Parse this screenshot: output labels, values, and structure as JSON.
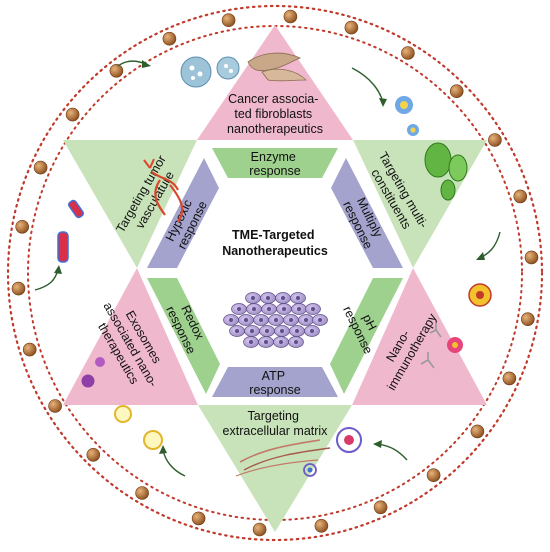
{
  "center": {
    "line1": "TME-Targeted",
    "line2": "Nanotherapeutics"
  },
  "responses": {
    "top": [
      "Enzyme",
      "response"
    ],
    "upper_right": [
      "Multiply",
      "response"
    ],
    "lower_right": [
      "pH",
      "response"
    ],
    "bottom": [
      "ATP",
      "response"
    ],
    "lower_left": [
      "Redox",
      "response"
    ],
    "upper_left": [
      "Hypoxic",
      "response"
    ]
  },
  "triangles": {
    "top": [
      "Cancer associa-",
      "ted fibroblasts",
      "nanotherapeutics"
    ],
    "upper_right": [
      "Targeting multi-",
      "constituents"
    ],
    "lower_right": [
      "Nano-",
      "immunotherapy"
    ],
    "bottom": [
      "Targeting",
      "extracellular matrix"
    ],
    "lower_left": [
      "Exosomes",
      "associated nano-",
      "therapeutics"
    ],
    "upper_left": [
      "Targeting tumor",
      "vasculature"
    ]
  },
  "colors": {
    "pink": "#F0B8CC",
    "green": "#C8E3B9",
    "hex_green": "#9ED08E",
    "hex_purple": "#A3A3CE",
    "dotted_ring": "#C0392B",
    "bead": "#A0602A"
  }
}
